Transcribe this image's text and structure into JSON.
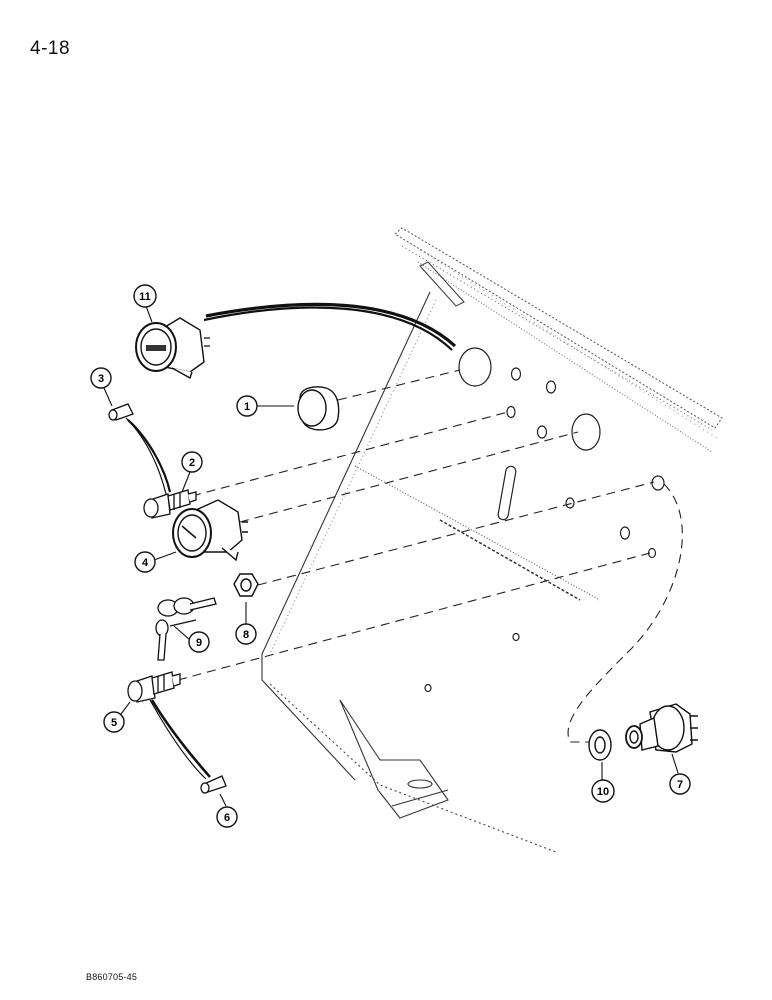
{
  "page": {
    "number": "4-18",
    "figure_code": "B860705-45"
  },
  "callouts": [
    {
      "id": "callout-1",
      "label": "1"
    },
    {
      "id": "callout-2",
      "label": "2"
    },
    {
      "id": "callout-3",
      "label": "3"
    },
    {
      "id": "callout-4",
      "label": "4"
    },
    {
      "id": "callout-5",
      "label": "5"
    },
    {
      "id": "callout-6",
      "label": "6"
    },
    {
      "id": "callout-7",
      "label": "7"
    },
    {
      "id": "callout-8",
      "label": "8"
    },
    {
      "id": "callout-9",
      "label": "9"
    },
    {
      "id": "callout-10",
      "label": "10"
    },
    {
      "id": "callout-11",
      "label": "11"
    }
  ]
}
